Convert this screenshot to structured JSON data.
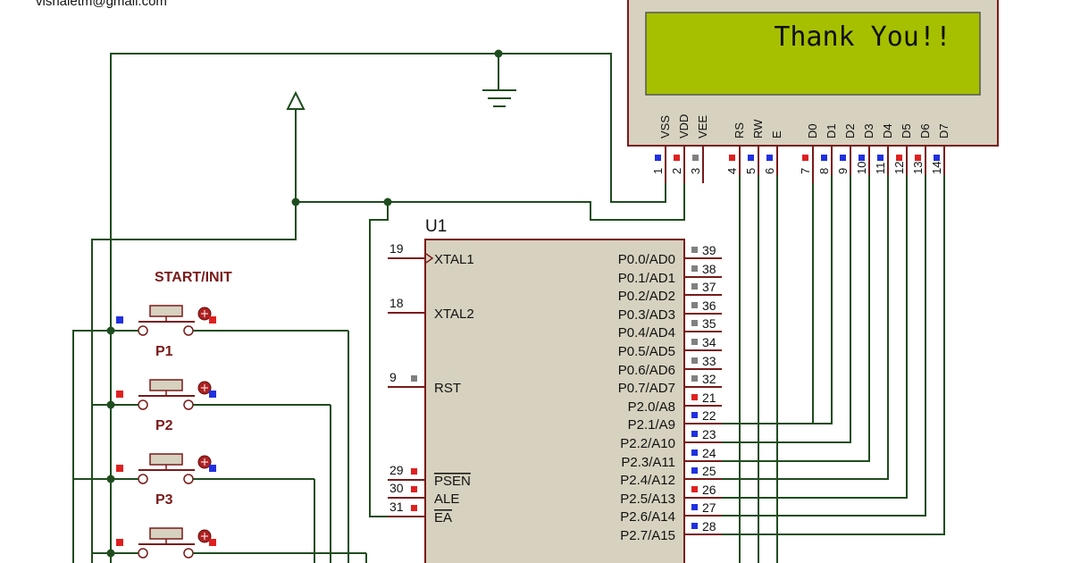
{
  "email": "vishaletm@gmail.com",
  "lcd": {
    "display_text": "Thank You!!",
    "pins": [
      {
        "name": "VSS",
        "num": "1",
        "state": "blue"
      },
      {
        "name": "VDD",
        "num": "2",
        "state": "red"
      },
      {
        "name": "VEE",
        "num": "3",
        "state": "gray"
      },
      {
        "name": "RS",
        "num": "4",
        "state": "red"
      },
      {
        "name": "RW",
        "num": "5",
        "state": "blue"
      },
      {
        "name": "E",
        "num": "6",
        "state": "blue"
      },
      {
        "name": "D0",
        "num": "7",
        "state": "red"
      },
      {
        "name": "D1",
        "num": "8",
        "state": "blue"
      },
      {
        "name": "D2",
        "num": "9",
        "state": "blue"
      },
      {
        "name": "D3",
        "num": "10",
        "state": "blue"
      },
      {
        "name": "D4",
        "num": "11",
        "state": "blue"
      },
      {
        "name": "D5",
        "num": "12",
        "state": "red"
      },
      {
        "name": "D6",
        "num": "13",
        "state": "red"
      },
      {
        "name": "D7",
        "num": "14",
        "state": "blue"
      }
    ]
  },
  "mcu": {
    "ref": "U1",
    "left_pins": [
      {
        "num": "19",
        "name": "XTAL1",
        "state": "none",
        "clock": true,
        "overline": false
      },
      {
        "num": "18",
        "name": "XTAL2",
        "state": "none",
        "clock": false,
        "overline": false
      },
      {
        "num": "9",
        "name": "RST",
        "state": "gray",
        "clock": false,
        "overline": false
      },
      {
        "num": "29",
        "name": "PSEN",
        "state": "red",
        "clock": false,
        "overline": true
      },
      {
        "num": "30",
        "name": "ALE",
        "state": "red",
        "clock": false,
        "overline": false
      },
      {
        "num": "31",
        "name": "EA",
        "state": "red",
        "clock": false,
        "overline": true
      }
    ],
    "right_pins": [
      {
        "name": "P0.0/AD0",
        "num": "39",
        "state": "gray"
      },
      {
        "name": "P0.1/AD1",
        "num": "38",
        "state": "gray"
      },
      {
        "name": "P0.2/AD2",
        "num": "37",
        "state": "gray"
      },
      {
        "name": "P0.3/AD3",
        "num": "36",
        "state": "gray"
      },
      {
        "name": "P0.4/AD4",
        "num": "35",
        "state": "gray"
      },
      {
        "name": "P0.5/AD5",
        "num": "34",
        "state": "gray"
      },
      {
        "name": "P0.6/AD6",
        "num": "33",
        "state": "gray"
      },
      {
        "name": "P0.7/AD7",
        "num": "32",
        "state": "gray"
      },
      {
        "name": "P2.0/A8",
        "num": "21",
        "state": "red"
      },
      {
        "name": "P2.1/A9",
        "num": "22",
        "state": "blue"
      },
      {
        "name": "P2.2/A10",
        "num": "23",
        "state": "blue"
      },
      {
        "name": "P2.3/A11",
        "num": "24",
        "state": "blue"
      },
      {
        "name": "P2.4/A12",
        "num": "25",
        "state": "blue"
      },
      {
        "name": "P2.5/A13",
        "num": "26",
        "state": "red"
      },
      {
        "name": "P2.6/A14",
        "num": "27",
        "state": "blue"
      },
      {
        "name": "P2.7/A15",
        "num": "28",
        "state": "blue"
      }
    ]
  },
  "buttons": [
    {
      "label": "START/INIT",
      "left_state": "blue",
      "right_state": "red"
    },
    {
      "label": "P1",
      "left_state": "red",
      "right_state": "blue"
    },
    {
      "label": "P2",
      "left_state": "red",
      "right_state": "blue"
    },
    {
      "label": "P3",
      "left_state": "red",
      "right_state": "red"
    }
  ],
  "colors": {
    "wire": "#1f4d1f",
    "component_body": "#d6d2bf",
    "component_border": "#7a1a1a",
    "lcd_screen": "#a6c000",
    "state_red": "#e02020",
    "state_blue": "#2030e0",
    "state_gray": "#808080"
  }
}
